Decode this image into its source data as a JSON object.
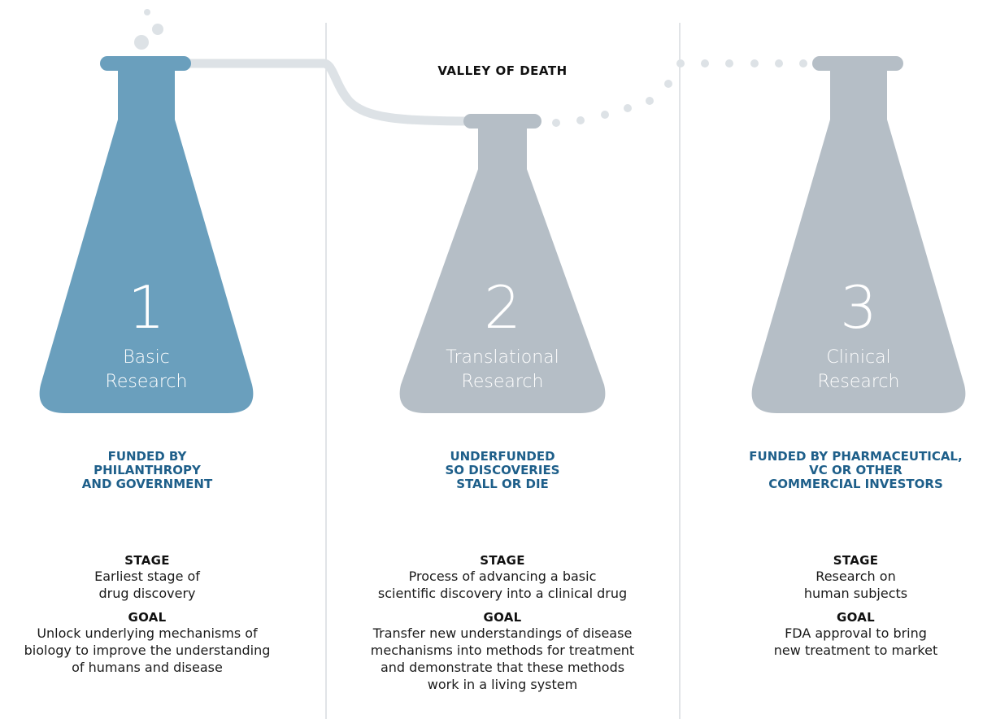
{
  "valley_label": "VALLEY OF DEATH",
  "colors": {
    "active": "#6a9fbd",
    "inactive": "#b5bec6",
    "connector": "#dde2e6",
    "divider": "#d7dcdf",
    "funding_text": "#1e5f8a"
  },
  "stages": [
    {
      "number": "1",
      "label_line1": "Basic",
      "label_line2": "Research",
      "funding": "FUNDED BY\nPHILANTHROPY\nAND GOVERNMENT",
      "stage_header": "STAGE",
      "stage_text": "Earliest stage of\ndrug discovery",
      "goal_header": "GOAL",
      "goal_text": "Unlock underlying mechanisms of\nbiology to improve the understanding\nof humans and disease"
    },
    {
      "number": "2",
      "label_line1": "Translational",
      "label_line2": "Research",
      "funding": "UNDERFUNDED\nSO DISCOVERIES\nSTALL OR DIE",
      "stage_header": "STAGE",
      "stage_text": "Process of advancing a basic\nscientific discovery into a clinical drug",
      "goal_header": "GOAL",
      "goal_text": "Transfer new understandings of disease\nmechanisms into methods for treatment\nand demonstrate that these methods\nwork in a living system"
    },
    {
      "number": "3",
      "label_line1": "Clinical",
      "label_line2": "Research",
      "funding": "FUNDED BY PHARMACEUTICAL,\nVC OR OTHER\nCOMMERCIAL INVESTORS",
      "stage_header": "STAGE",
      "stage_text": "Research on\nhuman subjects",
      "goal_header": "GOAL",
      "goal_text": "FDA approval to bring\nnew treatment to market"
    }
  ]
}
